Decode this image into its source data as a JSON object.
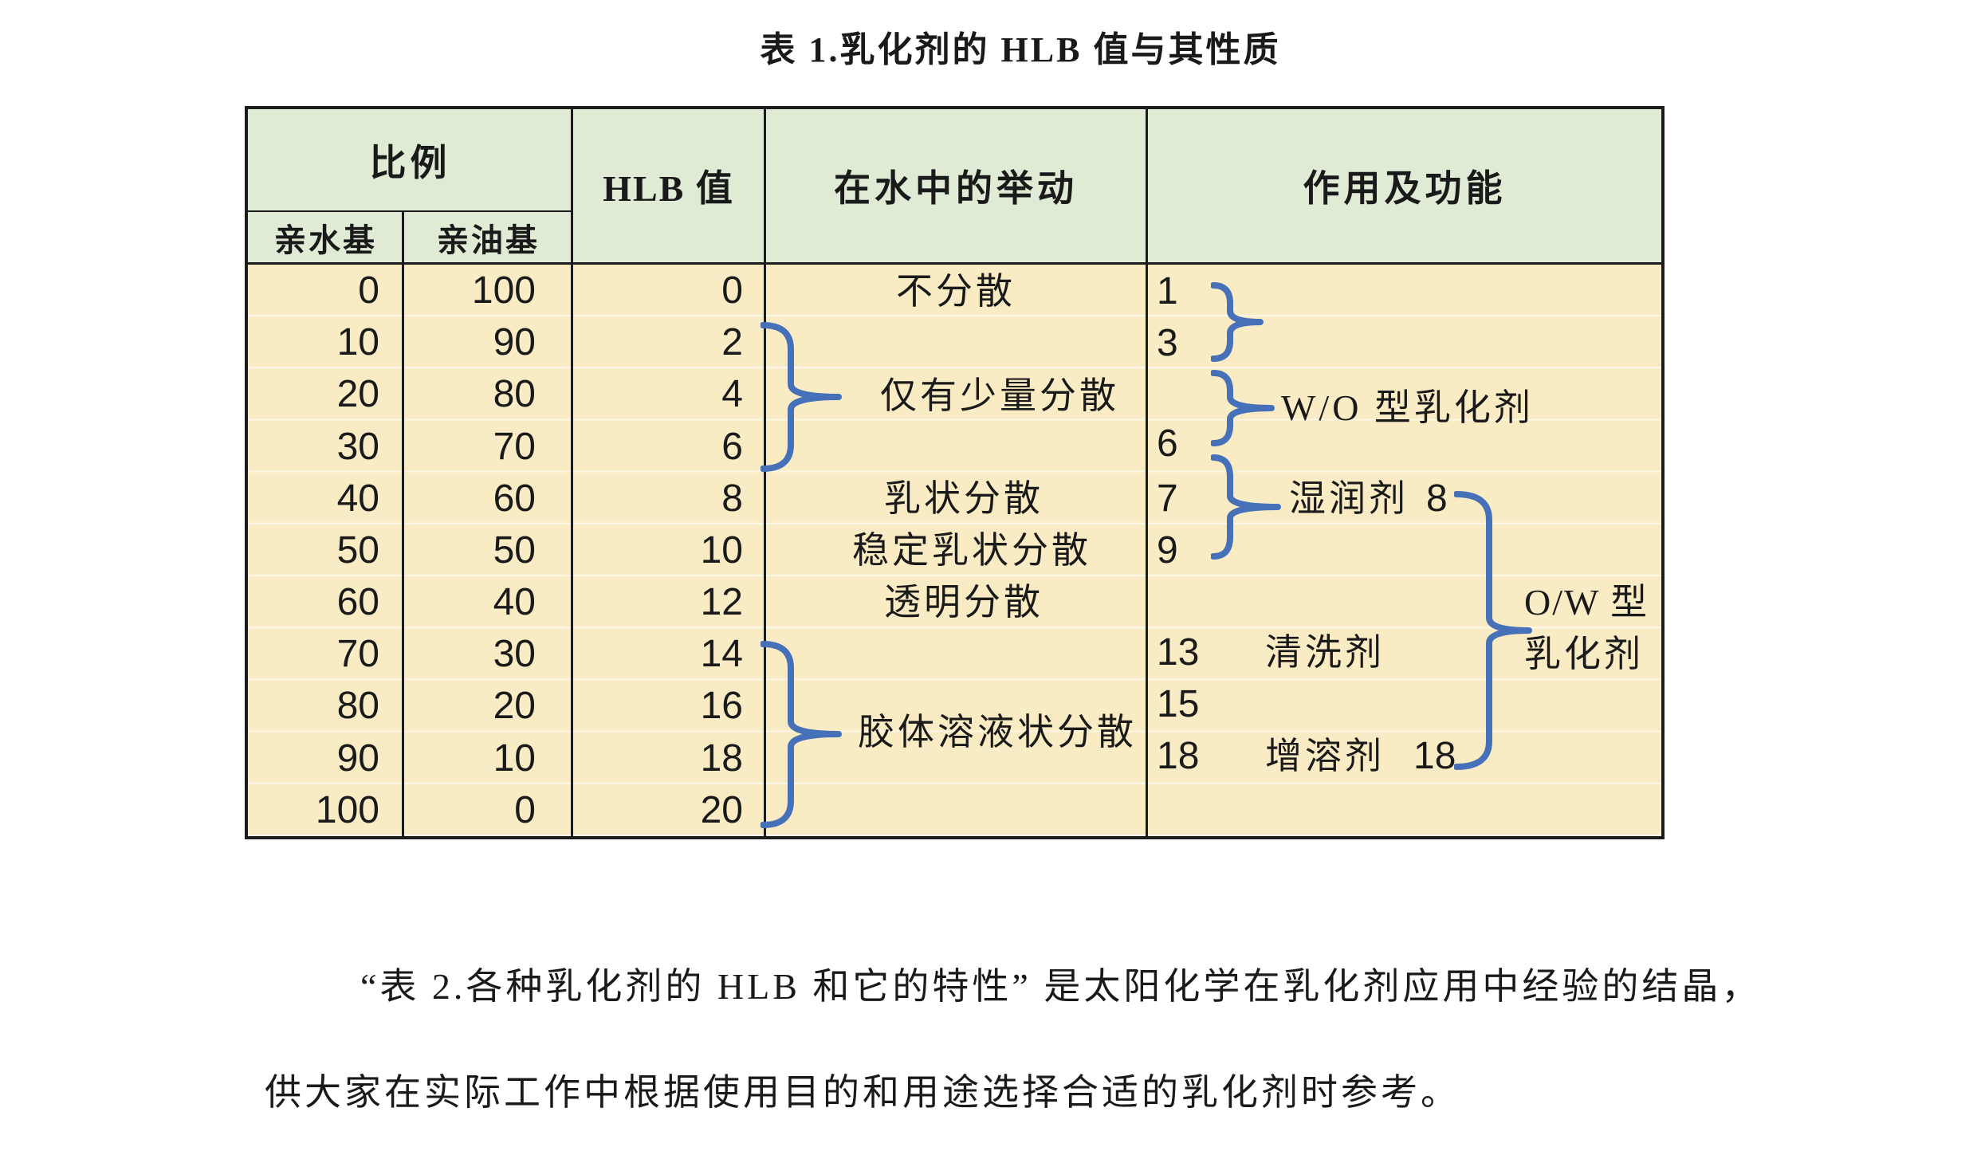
{
  "title": "表 1.乳化剂的 HLB 值与其性质",
  "colors": {
    "header_green": "#dfebd5",
    "body_cream": "#f9ecc4",
    "brace_blue": "#4671b8",
    "border_black": "#1c1c1c"
  },
  "table": {
    "header": {
      "ratio": "比例",
      "hydrophilic": "亲水基",
      "lipophilic": "亲油基",
      "hlb": "HLB 值",
      "behavior": "在水中的举动",
      "function": "作用及功能"
    },
    "rows": [
      {
        "hydrophilic": "0",
        "lipophilic": "100",
        "hlb": "0"
      },
      {
        "hydrophilic": "10",
        "lipophilic": "90",
        "hlb": "2"
      },
      {
        "hydrophilic": "20",
        "lipophilic": "80",
        "hlb": "4"
      },
      {
        "hydrophilic": "30",
        "lipophilic": "70",
        "hlb": "6"
      },
      {
        "hydrophilic": "40",
        "lipophilic": "60",
        "hlb": "8"
      },
      {
        "hydrophilic": "50",
        "lipophilic": "50",
        "hlb": "10"
      },
      {
        "hydrophilic": "60",
        "lipophilic": "40",
        "hlb": "12"
      },
      {
        "hydrophilic": "70",
        "lipophilic": "30",
        "hlb": "14"
      },
      {
        "hydrophilic": "80",
        "lipophilic": "20",
        "hlb": "16"
      },
      {
        "hydrophilic": "90",
        "lipophilic": "10",
        "hlb": "18"
      },
      {
        "hydrophilic": "100",
        "lipophilic": "0",
        "hlb": "20"
      }
    ],
    "behavior_labels": {
      "no_dispersion": "不分散",
      "slight_dispersion": "仅有少量分散",
      "milky_dispersion": "乳状分散",
      "stable_milky_dispersion": "稳定乳状分散",
      "transparent_dispersion": "透明分散",
      "colloidal_dispersion": "胶体溶液状分散"
    },
    "function_column": {
      "n1": "1",
      "n2": "3",
      "n3": "6",
      "n4": "7",
      "n5": "9",
      "n6": "13",
      "n7": "15",
      "n8": "18",
      "wo_emulsifier": "W/O 型乳化剂",
      "wetting_agent": "湿润剂",
      "wetting_range_end": "8",
      "cleaning_agent": "清洗剂",
      "solubilizer": "增溶剂",
      "solubilizer_range_end": "18",
      "ow_line1": "O/W 型",
      "ow_line2": "乳化剂"
    }
  },
  "paragraph": {
    "line1": "“表 2.各种乳化剂的 HLB 和它的特性” 是太阳化学在乳化剂应用中经验的结晶，",
    "line2": "供大家在实际工作中根据使用目的和用途选择合适的乳化剂时参考。"
  }
}
